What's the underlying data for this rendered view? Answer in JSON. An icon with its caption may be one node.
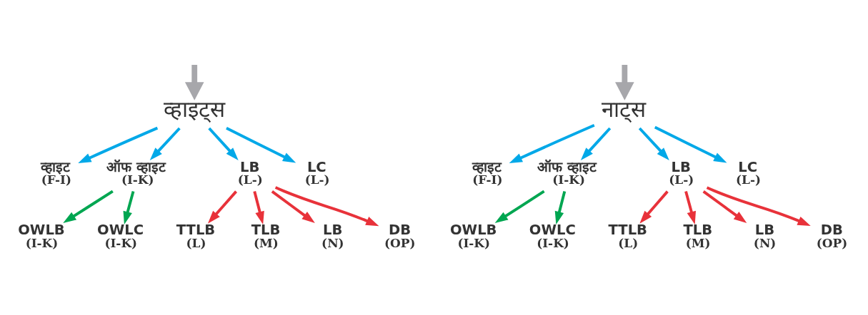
{
  "diagram": {
    "nodes": [
      {
        "text": [
          "व्हाइट्स"
        ]
      },
      {
        "text": [
          "व्हाइट",
          "(F-I)"
        ]
      },
      {
        "text": [
          "ऑफ व्हाइट",
          "(I-K)"
        ]
      },
      {
        "text": [
          "LB",
          "(L-)"
        ]
      },
      {
        "text": [
          "LC",
          "(L-)"
        ]
      },
      {
        "text": [
          "OWLB",
          "(I-K)"
        ]
      },
      {
        "text": [
          "OWLC",
          "(I-K)"
        ]
      },
      {
        "text": [
          "TTLB",
          "(L)"
        ]
      },
      {
        "text": [
          "TLB",
          "(M)"
        ]
      },
      {
        "text": [
          "LB",
          "(N)"
        ]
      },
      {
        "text": [
          "DB",
          "(OP)"
        ]
      },
      {
        "text": [
          "नाट्स"
        ]
      },
      {
        "text": [
          "व्हाइट",
          "(F-I)"
        ]
      },
      {
        "text": [
          "ऑफ व्हाइट",
          "(I-K)"
        ]
      },
      {
        "text": [
          "LB",
          "(L-)"
        ]
      },
      {
        "text": [
          "LC",
          "(L-)"
        ]
      },
      {
        "text": [
          "OWLB",
          "(I-K)"
        ]
      },
      {
        "text": [
          "OWLC",
          "(I-K)"
        ]
      },
      {
        "text": [
          "TTLB",
          "(L)"
        ]
      },
      {
        "text": [
          "TLB",
          "(M)"
        ]
      },
      {
        "text": [
          "LB",
          "(N)"
        ]
      },
      {
        "text": [
          "DB",
          "(OP)"
        ]
      }
    ],
    "edges": [
      {
        "from": null,
        "to": 0,
        "arrow": "to",
        "style": "thick",
        "color": "#a7a7ab"
      },
      {
        "from": null,
        "to": 11,
        "arrow": "to",
        "style": "thick",
        "color": "#a7a7ab"
      },
      {
        "from": 0,
        "to": 1,
        "arrow": "to",
        "color": "#00a8e8"
      },
      {
        "from": 0,
        "to": 2,
        "arrow": "to",
        "color": "#00a8e8"
      },
      {
        "from": 0,
        "to": 3,
        "arrow": "to",
        "color": "#00a8e8"
      },
      {
        "from": 0,
        "to": 4,
        "arrow": "to",
        "color": "#00a8e8"
      },
      {
        "from": 2,
        "to": 5,
        "arrow": "to",
        "color": "#00a651"
      },
      {
        "from": 2,
        "to": 6,
        "arrow": "to",
        "color": "#00a651"
      },
      {
        "from": 3,
        "to": 7,
        "arrow": "to",
        "color": "#e8323a"
      },
      {
        "from": 3,
        "to": 8,
        "arrow": "to",
        "color": "#e8323a"
      },
      {
        "from": 3,
        "to": 9,
        "arrow": "to",
        "color": "#e8323a"
      },
      {
        "from": 3,
        "to": 10,
        "arrow": "to",
        "color": "#e8323a"
      },
      {
        "from": 11,
        "to": 12,
        "arrow": "to",
        "color": "#00a8e8"
      },
      {
        "from": 11,
        "to": 13,
        "arrow": "to",
        "color": "#00a8e8"
      },
      {
        "from": 11,
        "to": 14,
        "arrow": "to",
        "color": "#00a8e8"
      },
      {
        "from": 11,
        "to": 15,
        "arrow": "to",
        "color": "#00a8e8"
      },
      {
        "from": 13,
        "to": 16,
        "arrow": "to",
        "color": "#00a651"
      },
      {
        "from": 13,
        "to": 17,
        "arrow": "to",
        "color": "#00a651"
      },
      {
        "from": 14,
        "to": 18,
        "arrow": "to",
        "color": "#e8323a"
      },
      {
        "from": 14,
        "to": 19,
        "arrow": "to",
        "color": "#e8323a"
      },
      {
        "from": 14,
        "to": 20,
        "arrow": "to",
        "color": "#e8323a"
      },
      {
        "from": 14,
        "to": 21,
        "arrow": "to",
        "color": "#e8323a"
      }
    ]
  }
}
